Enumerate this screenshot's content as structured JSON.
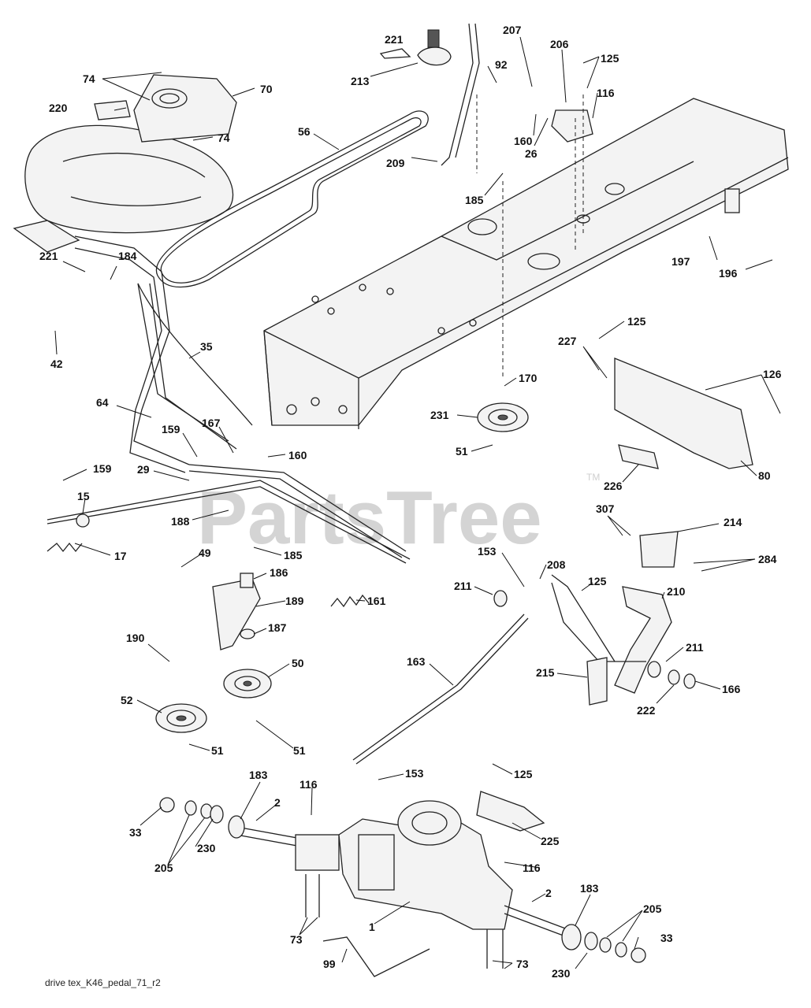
{
  "watermark": "PartsTree",
  "trademark": "TM",
  "caption": "drive tex_K46_pedal_71_r2",
  "callouts": [
    {
      "id": "c221a",
      "text": "221"
    },
    {
      "id": "c207",
      "text": "207"
    },
    {
      "id": "c74a",
      "text": "74"
    },
    {
      "id": "c70",
      "text": "70"
    },
    {
      "id": "c213",
      "text": "213"
    },
    {
      "id": "c92",
      "text": "92"
    },
    {
      "id": "c206",
      "text": "206"
    },
    {
      "id": "c125a",
      "text": "125"
    },
    {
      "id": "c116a",
      "text": "116"
    },
    {
      "id": "c220",
      "text": "220"
    },
    {
      "id": "c74b",
      "text": "74"
    },
    {
      "id": "c56",
      "text": "56"
    },
    {
      "id": "c160a",
      "text": "160"
    },
    {
      "id": "c26",
      "text": "26"
    },
    {
      "id": "c209",
      "text": "209"
    },
    {
      "id": "c185a",
      "text": "185"
    },
    {
      "id": "c221b",
      "text": "221"
    },
    {
      "id": "c184",
      "text": "184"
    },
    {
      "id": "c197",
      "text": "197"
    },
    {
      "id": "c196",
      "text": "196"
    },
    {
      "id": "c42",
      "text": "42"
    },
    {
      "id": "c35",
      "text": "35"
    },
    {
      "id": "c125b",
      "text": "125"
    },
    {
      "id": "c227",
      "text": "227"
    },
    {
      "id": "c126",
      "text": "126"
    },
    {
      "id": "c170",
      "text": "170"
    },
    {
      "id": "c64",
      "text": "64"
    },
    {
      "id": "c167",
      "text": "167"
    },
    {
      "id": "c159a",
      "text": "159"
    },
    {
      "id": "c231",
      "text": "231"
    },
    {
      "id": "c160b",
      "text": "160"
    },
    {
      "id": "c51a",
      "text": "51"
    },
    {
      "id": "c159b",
      "text": "159"
    },
    {
      "id": "c29",
      "text": "29"
    },
    {
      "id": "c80",
      "text": "80"
    },
    {
      "id": "c226",
      "text": "226"
    },
    {
      "id": "c15",
      "text": "15"
    },
    {
      "id": "c307",
      "text": "307"
    },
    {
      "id": "c214",
      "text": "214"
    },
    {
      "id": "c188",
      "text": "188"
    },
    {
      "id": "c17",
      "text": "17"
    },
    {
      "id": "c49",
      "text": "49"
    },
    {
      "id": "c185b",
      "text": "185"
    },
    {
      "id": "c284",
      "text": "284"
    },
    {
      "id": "c153a",
      "text": "153"
    },
    {
      "id": "c208",
      "text": "208"
    },
    {
      "id": "c186",
      "text": "186"
    },
    {
      "id": "c211a",
      "text": "211"
    },
    {
      "id": "c125c",
      "text": "125"
    },
    {
      "id": "c210",
      "text": "210"
    },
    {
      "id": "c189",
      "text": "189"
    },
    {
      "id": "c161",
      "text": "161"
    },
    {
      "id": "c187",
      "text": "187"
    },
    {
      "id": "c190",
      "text": "190"
    },
    {
      "id": "c50",
      "text": "50"
    },
    {
      "id": "c163",
      "text": "163"
    },
    {
      "id": "c211b",
      "text": "211"
    },
    {
      "id": "c215",
      "text": "215"
    },
    {
      "id": "c166",
      "text": "166"
    },
    {
      "id": "c52",
      "text": "52"
    },
    {
      "id": "c222",
      "text": "222"
    },
    {
      "id": "c51b",
      "text": "51"
    },
    {
      "id": "c51c",
      "text": "51"
    },
    {
      "id": "c125d",
      "text": "125"
    },
    {
      "id": "c183a",
      "text": "183"
    },
    {
      "id": "c116b",
      "text": "116"
    },
    {
      "id": "c153b",
      "text": "153"
    },
    {
      "id": "c2a",
      "text": "2"
    },
    {
      "id": "c33a",
      "text": "33"
    },
    {
      "id": "c225",
      "text": "225"
    },
    {
      "id": "c230a",
      "text": "230"
    },
    {
      "id": "c205a",
      "text": "205"
    },
    {
      "id": "c116c",
      "text": "116"
    },
    {
      "id": "c2b",
      "text": "2"
    },
    {
      "id": "c183b",
      "text": "183"
    },
    {
      "id": "c1",
      "text": "1"
    },
    {
      "id": "c205b",
      "text": "205"
    },
    {
      "id": "c73a",
      "text": "73"
    },
    {
      "id": "c33b",
      "text": "33"
    },
    {
      "id": "c99",
      "text": "99"
    },
    {
      "id": "c73b",
      "text": "73"
    },
    {
      "id": "c230b",
      "text": "230"
    }
  ]
}
